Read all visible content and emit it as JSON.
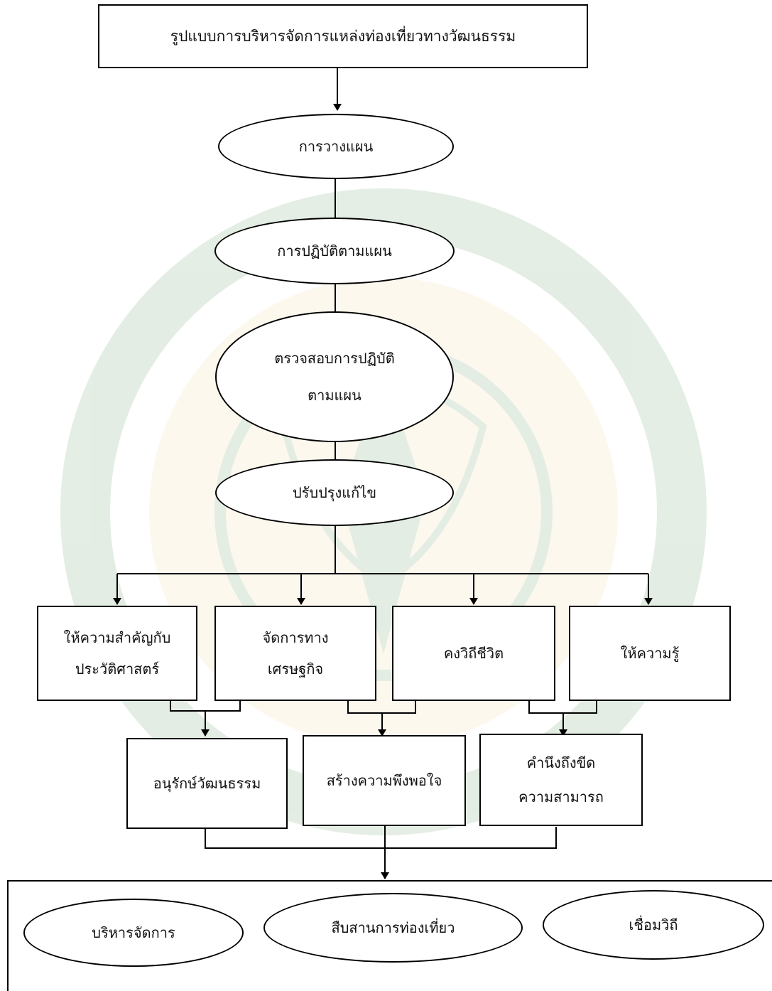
{
  "title": "รูปแบบการบริหารจัดการแหล่งท่องเที่ยวทางวัฒนธรรม",
  "process": {
    "planning": "การวางแผน",
    "implementation": "การปฏิบัติตามแผน",
    "check": "ตรวจสอบการปฏิบัติ\nตามแผน",
    "improve": "ปรับปรุงแก้ไข"
  },
  "factors": [
    "ให้ความสำคัญกับ\nประวัติศาสตร์",
    "จัดการทาง\nเศรษฐกิจ",
    "คงวิถีชีวิต",
    "ให้ความรู้"
  ],
  "results": [
    "อนุรักษ์วัฒนธรรม",
    "สร้างความพึงพอใจ",
    "คำนึงถึงขีด\nความสามารถ"
  ],
  "outcomes": [
    "บริหารจัดการ",
    "สืบสานการท่องเที่ยว",
    "เชื่อมวิถี"
  ],
  "colors": {
    "line": "#000000",
    "watermark_green": "#2e7d32",
    "watermark_gold": "#d4a21a"
  }
}
